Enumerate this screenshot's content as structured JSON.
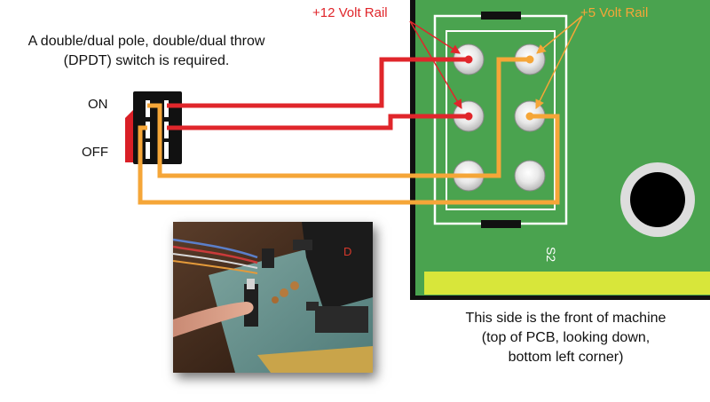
{
  "intro_text": {
    "line1": "A double/dual pole, double/dual throw",
    "line2": "(DPDT) switch is required."
  },
  "switch": {
    "on_label": "ON",
    "off_label": "OFF"
  },
  "rails": {
    "twelve_volt": "+12 Volt Rail",
    "five_volt": "+5 Volt Rail"
  },
  "pcb": {
    "silkscreen_label": "S2"
  },
  "front_note": {
    "line1": "This side is the front of machine",
    "line2": "(top of PCB, looking down,",
    "line3": "bottom left corner)"
  },
  "colors": {
    "twelve_volt_wire": "#e0262b",
    "five_volt_wire": "#f5a638",
    "pcb_green": "#4aa34f",
    "pcb_edge_strip": "#d8e63a",
    "switch_body": "#111111",
    "switch_lever": "#d91f26"
  }
}
